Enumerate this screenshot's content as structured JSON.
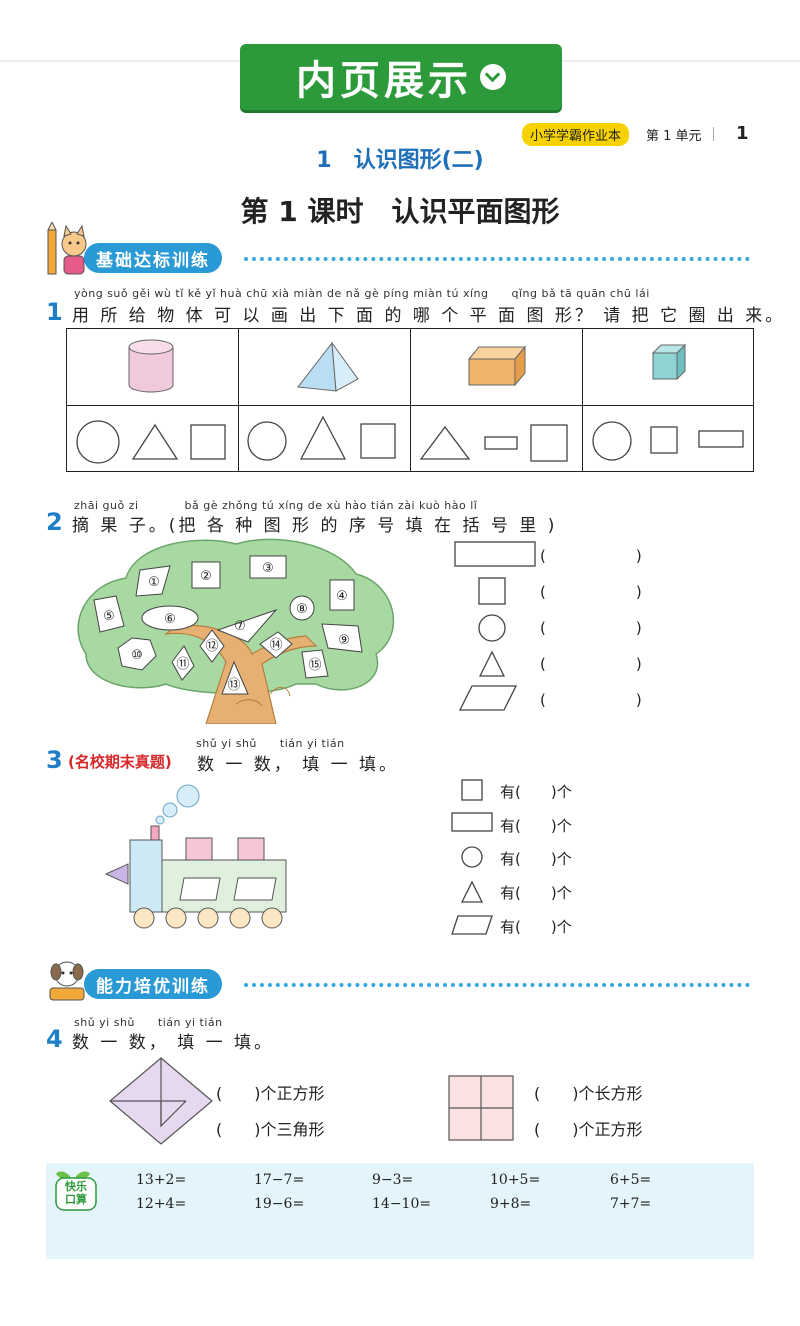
{
  "banner": {
    "title": "内页展示"
  },
  "header": {
    "series_tag": "小学学霸作业本",
    "unit": "第 1 单元",
    "page_number": "1"
  },
  "chapter_title": "1　认识图形(二)",
  "lesson_title": "第 1 课时　认识平面图形",
  "sections": {
    "basic": "基础达标训练",
    "advanced": "能力培优训练"
  },
  "q1": {
    "number": "1",
    "pinyin": "yòng suǒ gěi wù tǐ kě yǐ huà chū xià miàn de nǎ gè píng miàn tú xíng　　qǐng bǎ tā quān chū lái",
    "text": "用 所 给 物 体 可 以 画 出 下 面 的 哪 个 平 面 图 形？ 请 把 它 圈 出 来。"
  },
  "q2": {
    "number": "2",
    "pinyin": "zhāi guǒ zi　　　　bǎ gè zhǒng tú xíng de xù hào tián zài kuò hào lǐ",
    "text": "摘 果 子。(把 各 种 图 形 的 序 号 填 在 括 号 里 )",
    "fruit_labels": [
      "①",
      "②",
      "③",
      "④",
      "⑤",
      "⑥",
      "⑦",
      "⑧",
      "⑨",
      "⑩",
      "⑪",
      "⑫",
      "⑬",
      "⑭",
      "⑮"
    ],
    "answer_row": "(　　　　　　)"
  },
  "q3": {
    "number": "3",
    "pinyin": "shǔ yi shǔ　　tián yi tián",
    "tag": "(名校期末真题)",
    "text": "数 一 数， 填 一 填。",
    "rows": [
      "有(　　)个",
      "有(　　)个",
      "有(　　)个",
      "有(　　)个",
      "有(　　)个"
    ]
  },
  "q4": {
    "number": "4",
    "pinyin": "shǔ yi shǔ　　tián yi tián",
    "text": "数 一 数， 填 一 填。",
    "left": [
      "(　　)个正方形",
      "(　　)个三角形"
    ],
    "right": [
      "(　　)个长方形",
      "(　　)个正方形"
    ]
  },
  "oral": {
    "label_top": "快乐",
    "label_bottom": "口算",
    "row1": [
      "13+2=",
      "17−7=",
      "9−3=",
      "10+5=",
      "6+5="
    ],
    "row2": [
      "12+4=",
      "19−6=",
      "14−10=",
      "9+8=",
      "7+7="
    ]
  }
}
